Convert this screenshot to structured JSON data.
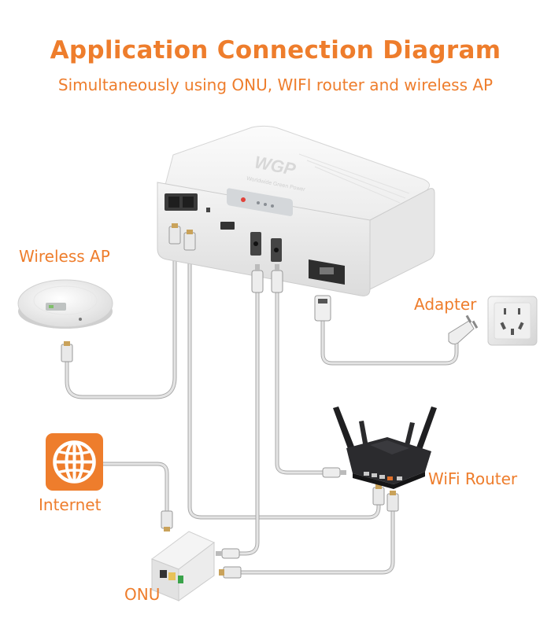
{
  "header": {
    "title": "Application Connection Diagram",
    "subtitle": "Simultaneously using ONU, WIFI router and wireless AP"
  },
  "device": {
    "brand": "WGP",
    "tagline": "Worldwide Green Power",
    "ports": [
      "LAN",
      "DC",
      "DC",
      "AC IN"
    ]
  },
  "labels": {
    "wireless_ap": "Wireless AP",
    "adapter": "Adapter",
    "internet": "Internet",
    "wifi_router": "WiFi Router",
    "onu": "ONU"
  },
  "colors": {
    "accent": "#ee7d2c",
    "cable": "#cfcfcf",
    "cable_outline": "#a8a8a8",
    "device_body": "#f1f1f1",
    "router_body": "#2b2b2e"
  },
  "icons": {
    "internet": "globe-icon",
    "adapter": "wall-socket-icon"
  }
}
